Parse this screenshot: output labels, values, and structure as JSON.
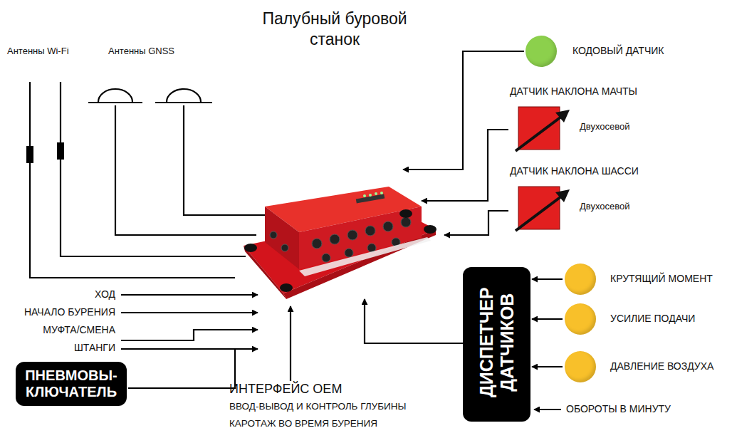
{
  "diagram": {
    "title": "Палубный буровой станок",
    "nodes": [
      {
        "text": [
          "КОДОВЫЙ ДАТЧИК"
        ]
      },
      {
        "text": [
          "ДАТЧИК НАКЛОНА МАЧТЫ",
          "Двухосевой"
        ]
      },
      {
        "text": [
          "ДАТЧИК НАКЛОНА ШАССИ",
          "Двухосевой"
        ]
      },
      {
        "text": [
          "ДИСПЕТЧЕР ДАТЧИКОВ"
        ]
      },
      {
        "text": [
          "КРУТЯЩИЙ МОМЕНТ"
        ]
      },
      {
        "text": [
          "УСИЛИЕ ПОДАЧИ"
        ]
      },
      {
        "text": [
          "ДАВЛЕНИЕ ВОЗДУХА"
        ]
      },
      {
        "text": [
          "ПНЕВМОВЫ- КЛЮЧАТЕЛЬ"
        ]
      }
    ],
    "edges": [
      {
        "from": 4,
        "to": 3,
        "arrow": "to"
      },
      {
        "from": 5,
        "to": 3,
        "arrow": "to"
      },
      {
        "from": 6,
        "to": 3,
        "arrow": "to"
      }
    ],
    "labels": [
      "Антенны Wi-Fi",
      "Антенны GNSS",
      "ХОД",
      "НАЧАЛО БУРЕНИЯ",
      "МУФТА/СМЕНА",
      "ШТАНГИ",
      "ИНТЕРФЕЙС OEM",
      "ВВОД-ВЫВОД И КОНТРОЛЬ ГЛУБИНЫ",
      "КАРОТАЖ ВО ВРЕМЯ БУРЕНИЯ",
      "ОБОРОТЫ В МИНУТУ"
    ]
  }
}
